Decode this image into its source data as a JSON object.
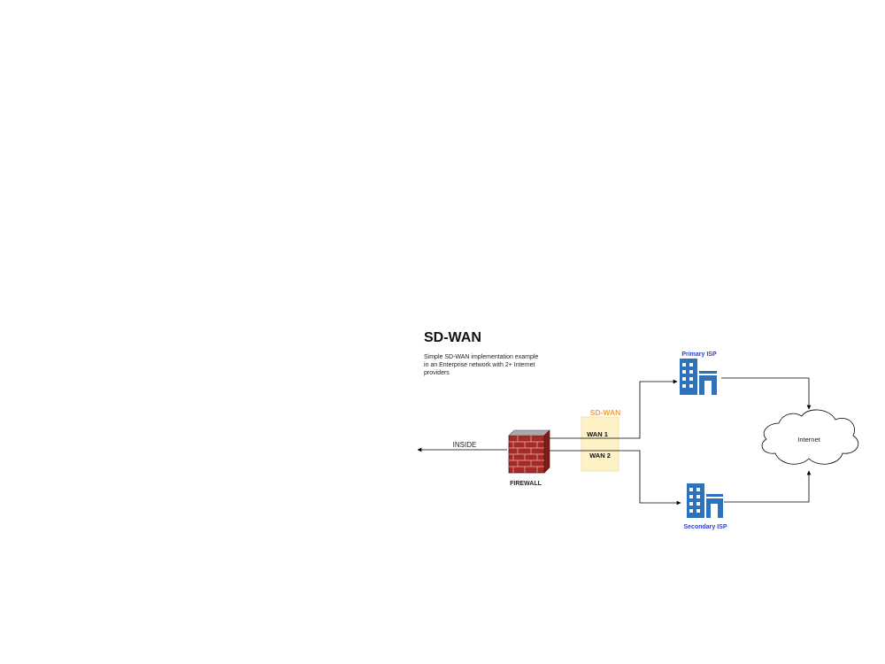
{
  "title": "SD-WAN",
  "description_lines": [
    "Simple SD-WAN implementation example",
    "in an Enterprise network with 2+ Internet",
    "providers"
  ],
  "labels": {
    "inside": "INSIDE",
    "firewall": "FIREWALL",
    "sdwan": "SD-WAN",
    "wan1": "WAN 1",
    "wan2": "WAN 2",
    "primary_isp": "Primary ISP",
    "secondary_isp": "Secondary  ISP",
    "internet": "Internet"
  },
  "icons": {
    "firewall": "brick-firewall-icon",
    "primary_isp": "office-building-icon",
    "secondary_isp": "office-building-icon",
    "internet": "cloud-icon"
  },
  "colors": {
    "sdwan_box_fill": "#fdf2c6",
    "sdwan_box_stroke": "#f2ddab",
    "sdwan_label": "#f0a23a",
    "isp_label": "#2c3fd1",
    "building": "#2d72bd",
    "firewall_brick": "#a82a26",
    "firewall_top": "#a9a9a9"
  }
}
